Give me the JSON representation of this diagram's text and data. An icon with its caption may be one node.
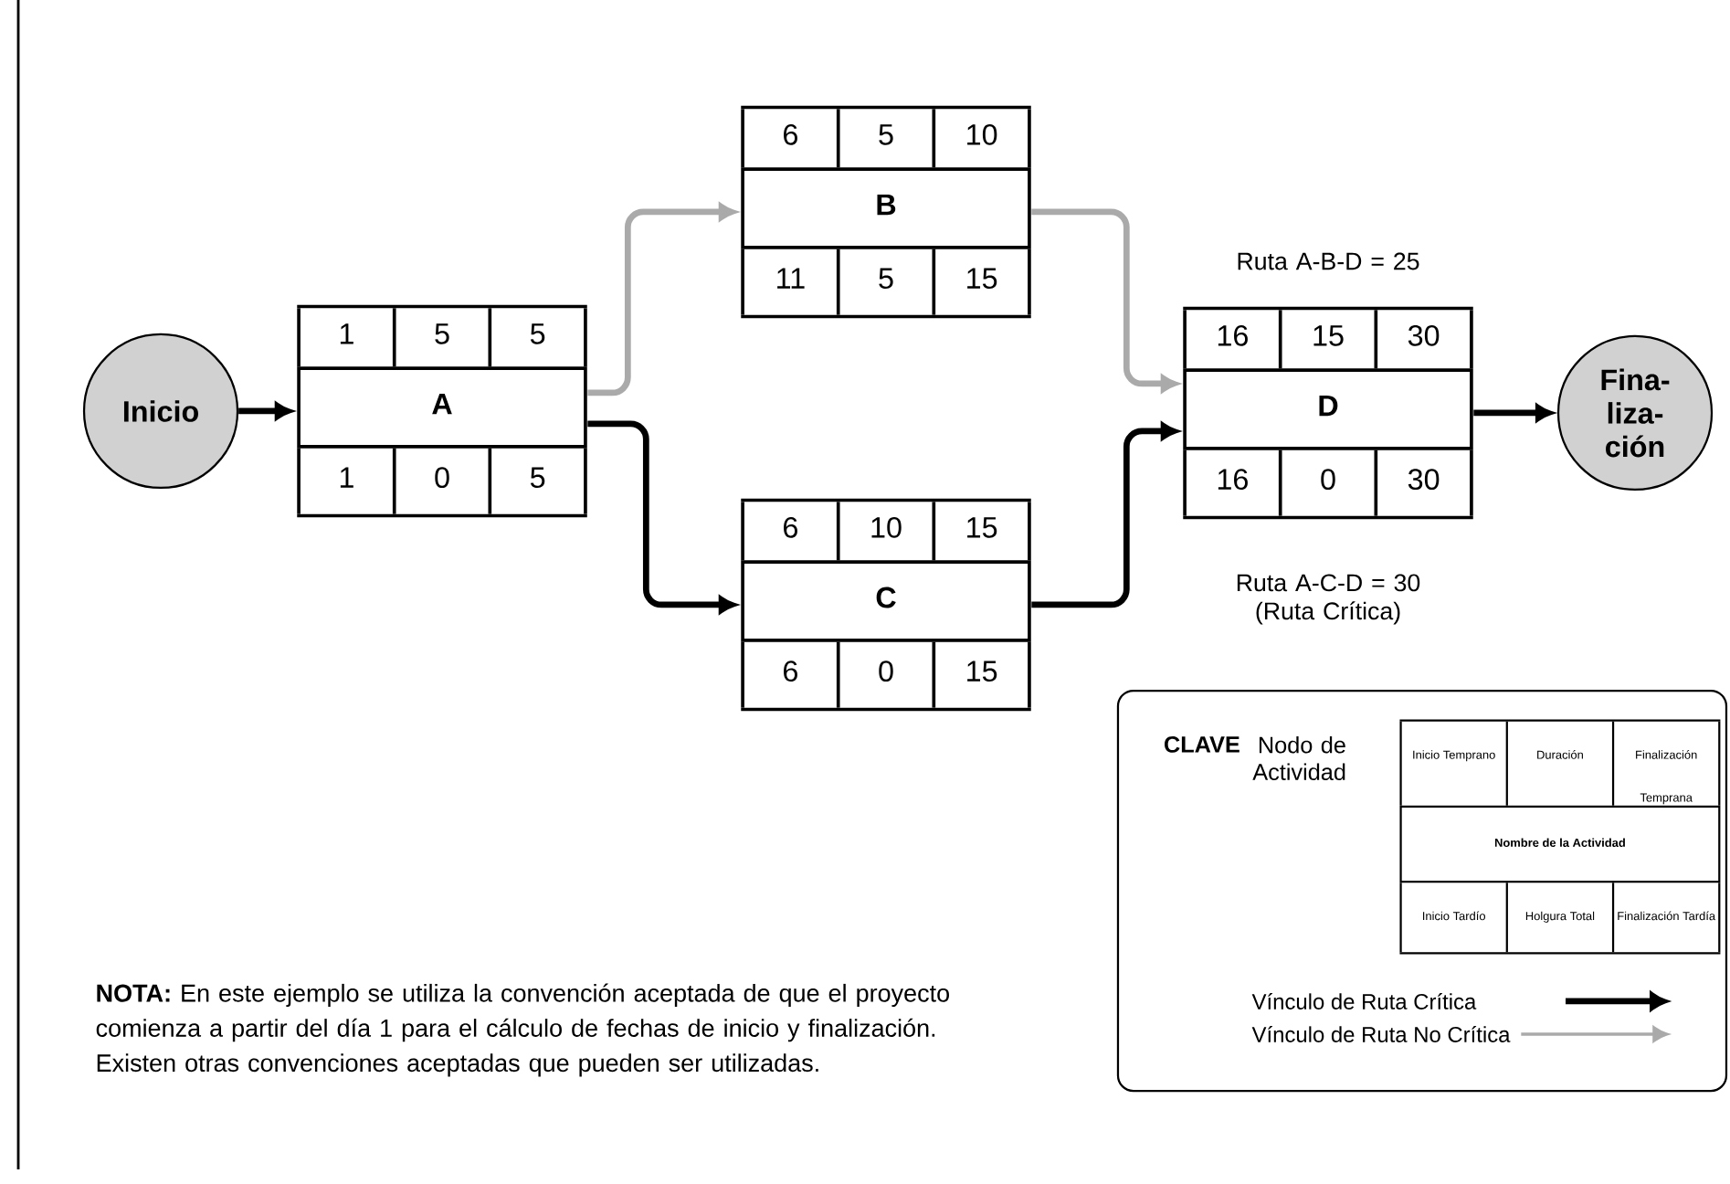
{
  "diagram": {
    "nodes": [
      {
        "text": [
          "Inicio"
        ]
      },
      {
        "text": [
          "1",
          "5",
          "5",
          "A",
          "1",
          "0",
          "5"
        ]
      },
      {
        "text": [
          "6",
          "5",
          "10",
          "B",
          "11",
          "5",
          "15"
        ]
      },
      {
        "text": [
          "6",
          "10",
          "15",
          "C",
          "6",
          "0",
          "15"
        ]
      },
      {
        "text": [
          "16",
          "15",
          "30",
          "D",
          "16",
          "0",
          "30"
        ],
        "beside": [
          "Ruta A-B-D = 25",
          "Ruta A-C-D = 30 (Ruta Crítica)"
        ]
      },
      {
        "text": [
          "Fina- liza- ción"
        ]
      },
      {
        "text": [
          "CLAVE",
          "Nodo de Actividad"
        ]
      },
      {
        "text": [
          "Inicio Temprano",
          "Duración",
          "Finalización Temprana",
          "Nombre de la Actividad",
          "Inicio Tardío",
          "Holgura Total",
          "Finalización Tardía"
        ],
        "in": 6
      }
    ],
    "edges": [
      {
        "from": 0,
        "to": 1,
        "arrow": "to"
      },
      {
        "from": 1,
        "to": 2,
        "arrow": "to",
        "color": "#aaaaaa"
      },
      {
        "from": 1,
        "to": 3,
        "arrow": "to"
      },
      {
        "from": 2,
        "to": 4,
        "arrow": "to",
        "color": "#aaaaaa"
      },
      {
        "from": 3,
        "to": 4,
        "arrow": "to"
      },
      {
        "from": 4,
        "to": 5,
        "arrow": "to"
      }
    ],
    "labels": [
      "**NOTA:** En este ejemplo se utiliza la convención aceptada de que el proyecto comienza a partir del día 1 para el cálculo de fechas de inicio y finalización. Existen otras convenciones aceptadas que pueden ser utilizadas."
    ],
    "legend": [
      {
        "text": "Vínculo de Ruta Crítica"
      },
      {
        "text": "Vínculo de Ruta No Crítica"
      }
    ]
  }
}
